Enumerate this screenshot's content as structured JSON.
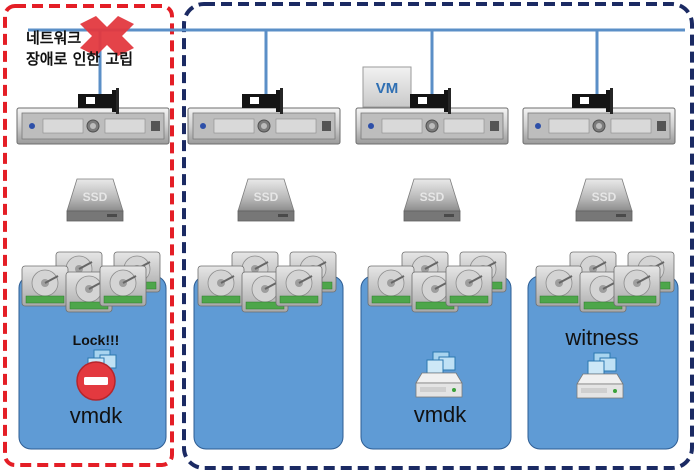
{
  "partition_label": {
    "line1": "네트워크",
    "line2": "장애로 인한 고립"
  },
  "colors": {
    "failed_border": "#e41e26",
    "cluster_border": "#1b2a63",
    "network_line": "#5b8fc7",
    "storage_group_fill": "#5f9bd5",
    "x_mark": "#e3393f",
    "lock_badge": "#e3393f"
  },
  "nodes": [
    {
      "id": "host-1",
      "isolated": true,
      "status_text": "Lock!!!",
      "object_label": "vmdk",
      "object_icon": "vmdk-lock-icon"
    },
    {
      "id": "host-2",
      "isolated": false,
      "status_text": "",
      "object_label": "",
      "object_icon": ""
    },
    {
      "id": "host-3",
      "isolated": false,
      "vm_label": "VM",
      "status_text": "",
      "object_label": "vmdk",
      "object_icon": "vmdk-icon"
    },
    {
      "id": "host-4",
      "isolated": false,
      "status_text": "",
      "object_label": "witness",
      "object_icon": "witness-icon"
    }
  ],
  "ssd_label": "SSD"
}
